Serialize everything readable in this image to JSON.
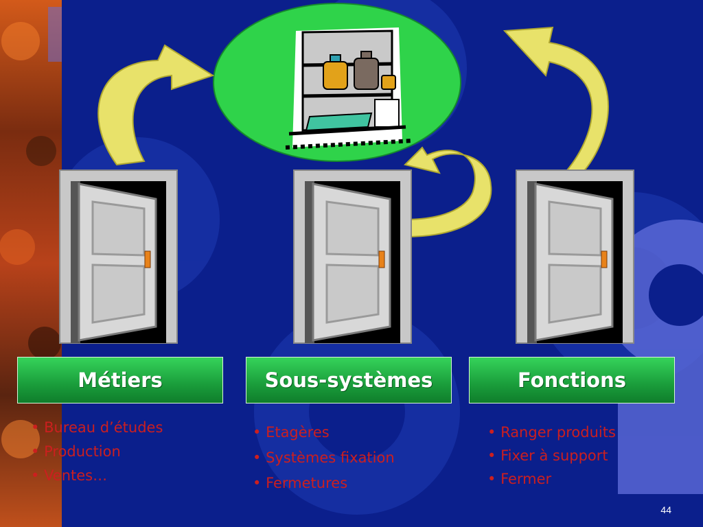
{
  "headers": [
    "Métiers",
    "Sous-systèmes",
    "Fonctions"
  ],
  "metiers": [
    "Bureau d’études",
    "Production",
    "Ventes…"
  ],
  "sous_systemes": [
    "Etagères",
    "Systèmes fixation",
    "Fermetures"
  ],
  "fonctions": [
    "Ranger produits",
    "Fixer à support",
    "Fermer"
  ],
  "page_number": "44",
  "colors": {
    "background": "#0b1f8c",
    "header_green": "#1a9d3b",
    "bullet_text": "#cc1f1f",
    "arrow_yellow": "#e8e26a",
    "center_ellipse": "#2fd34a"
  },
  "icons": [
    "gear-decoration",
    "door-icon",
    "curved-arrow-icon",
    "storage-shelf-icon"
  ]
}
